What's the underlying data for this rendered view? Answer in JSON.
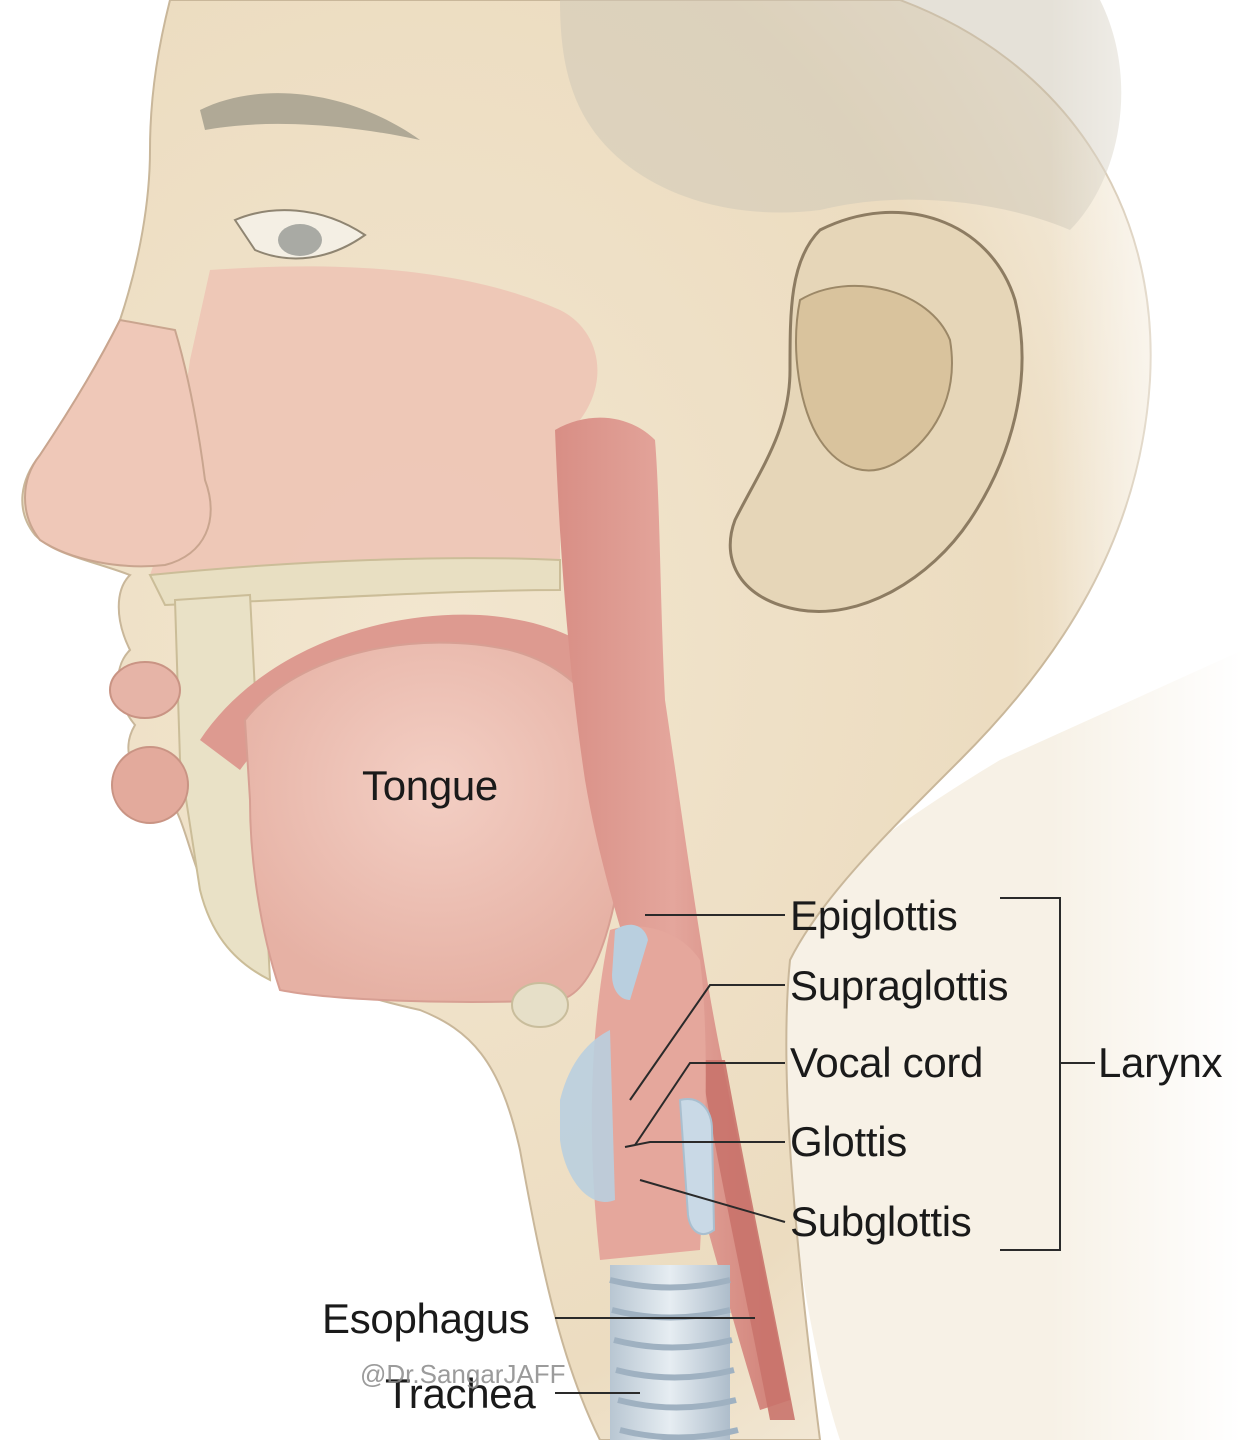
{
  "labels": {
    "tongue": "Tongue",
    "epiglottis": "Epiglottis",
    "supraglottis": "Supraglottis",
    "vocal_cord": "Vocal cord",
    "glottis": "Glottis",
    "subglottis": "Subglottis",
    "larynx": "Larynx",
    "esophagus": "Esophagus",
    "trachea": "Trachea"
  },
  "watermark": "@Dr.SangarJAFF",
  "colors": {
    "skin": "#efe3cc",
    "skin_shadow": "#e3d3b6",
    "flesh": "#e9b2a8",
    "airway": "#d98f86",
    "airway_dark": "#c9756d",
    "bone": "#ece6cf",
    "cartilage": "#b9cfdf",
    "hair": "#bdb8a8",
    "label_text": "#1a1a1a",
    "leader_line": "#2a2a2a"
  }
}
